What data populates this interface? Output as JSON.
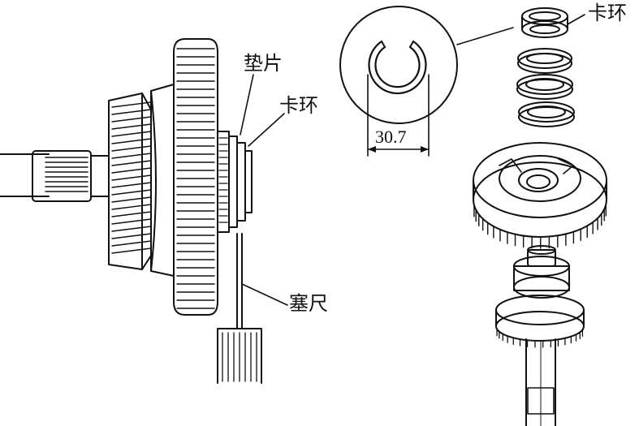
{
  "labels": {
    "shim": "垫片",
    "snap_ring_left": "卡环",
    "snap_ring_right": "卡环",
    "feeler_gauge": "塞尺"
  },
  "dimension": {
    "value": "30.7"
  },
  "colors": {
    "stroke": "#111111",
    "background": "#ffffff"
  }
}
